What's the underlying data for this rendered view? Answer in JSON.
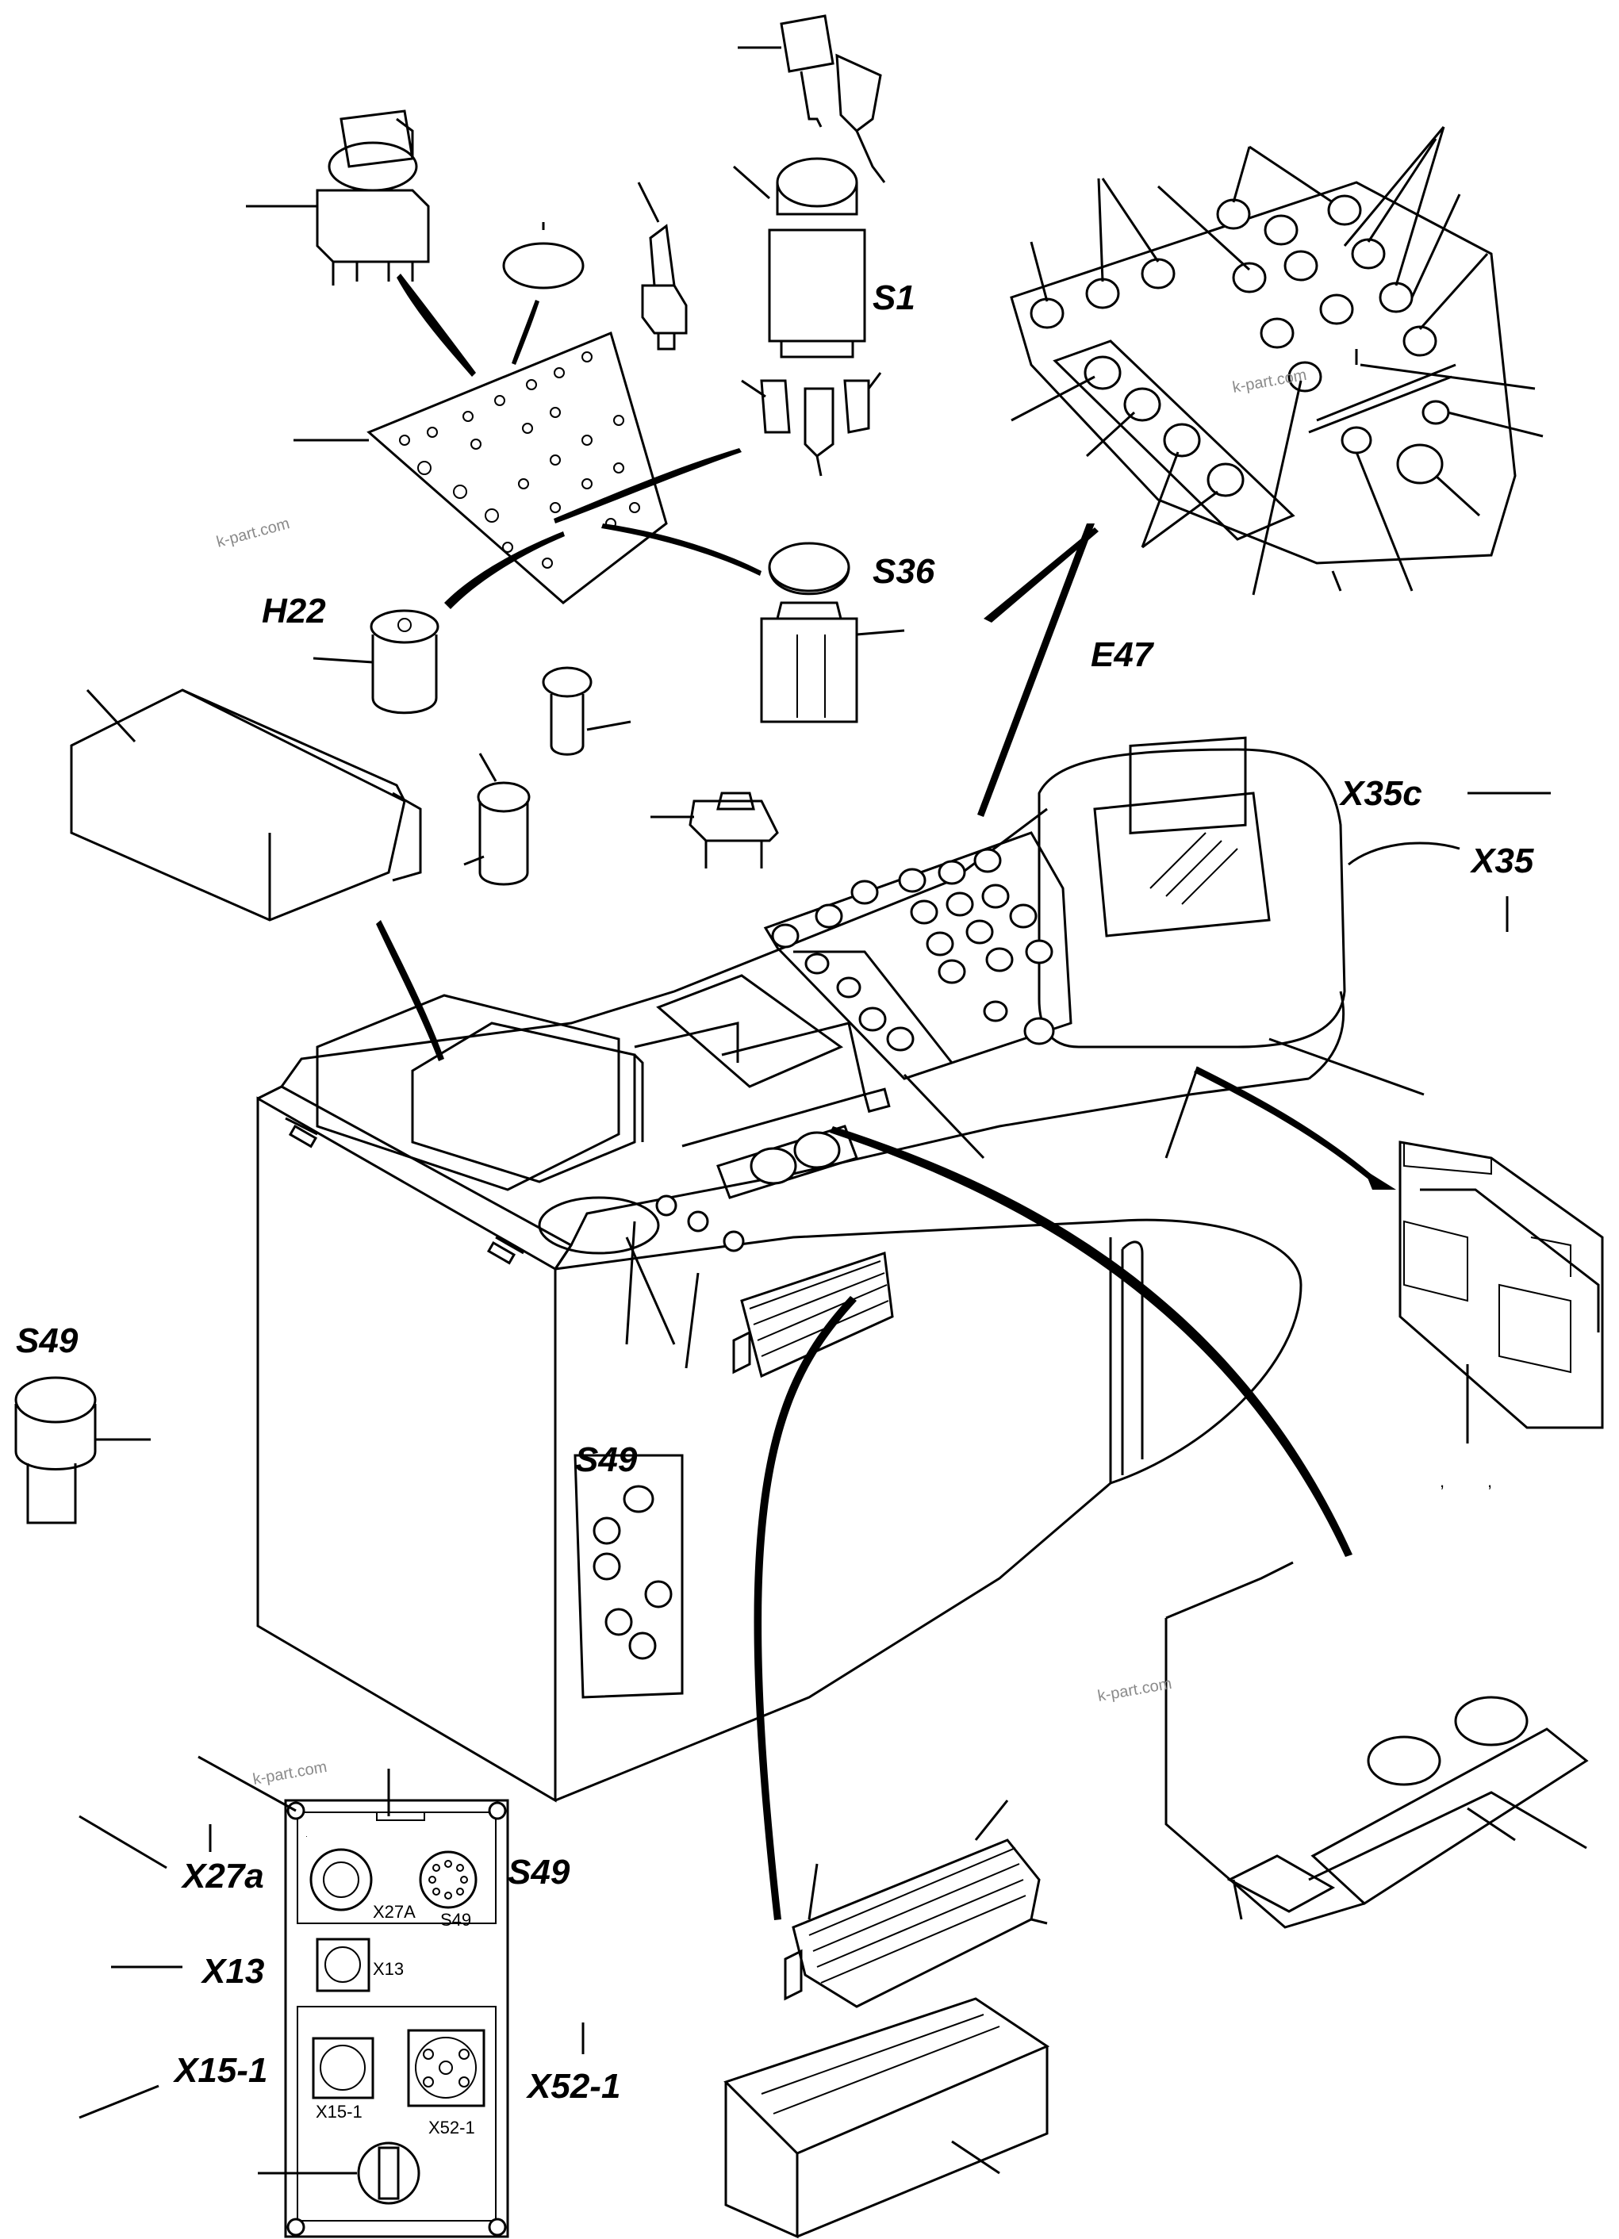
{
  "callouts": {
    "s1": "S1",
    "s36": "S36",
    "h22": "H22",
    "e47": "E47",
    "x35c": "X35c",
    "x35": "X35",
    "s49_left": "S49",
    "s49_panel": "S49",
    "x27a": "X27a",
    "s49_plate": "S49",
    "x13": "X13",
    "x15_1": "X15-1",
    "x52_1": "X52-1"
  },
  "plate_labels": {
    "x27a": "X27A",
    "s49": "S49",
    "x13": "X13",
    "x15_1": "X15-1",
    "x52_1": "X52-1"
  },
  "watermarks": [
    "k-part.com",
    "k-part.com",
    "k-part.com",
    "k-part.com"
  ],
  "colors": {
    "line": "#000000",
    "background": "#ffffff",
    "watermark": "#8a8a8a"
  }
}
